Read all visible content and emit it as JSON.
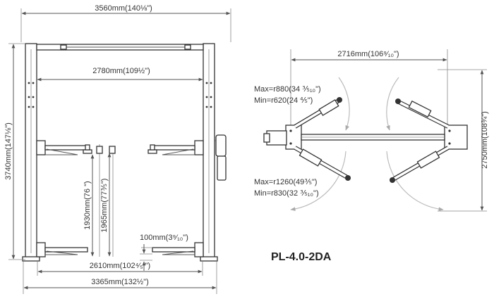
{
  "model": "PL-4.0-2DA",
  "front_view": {
    "overall_width": "3560mm(140⅛\")",
    "inner_width_top": "2780mm(109½\")",
    "overall_height": "3740mm(147⅛\")",
    "lift_height_1": "1930mm(76 \")",
    "lift_height_2": "1965mm(77⅗\")",
    "min_pad_height": "100mm(3⁹⁄₁₀\")",
    "base_inner_width": "2610mm(102⁴⁄₅ \")",
    "base_outer_width": "3365mm(132½\")"
  },
  "top_view": {
    "column_span": "2716mm(106⁹⁄₁₀\")",
    "depth": "2750mm(108¾\")",
    "short_arm_max": "Max=r880(34 ⅗₁₀\")",
    "short_arm_min": "Min=r620(24 ⅘\")",
    "long_arm_max": "Max=r1260(49⅗\")",
    "long_arm_min": "Min=r830(32 ⅗₁₀\")"
  },
  "colors": {
    "line": "#555555",
    "text": "#333333",
    "arc": "#bbbbbb"
  }
}
